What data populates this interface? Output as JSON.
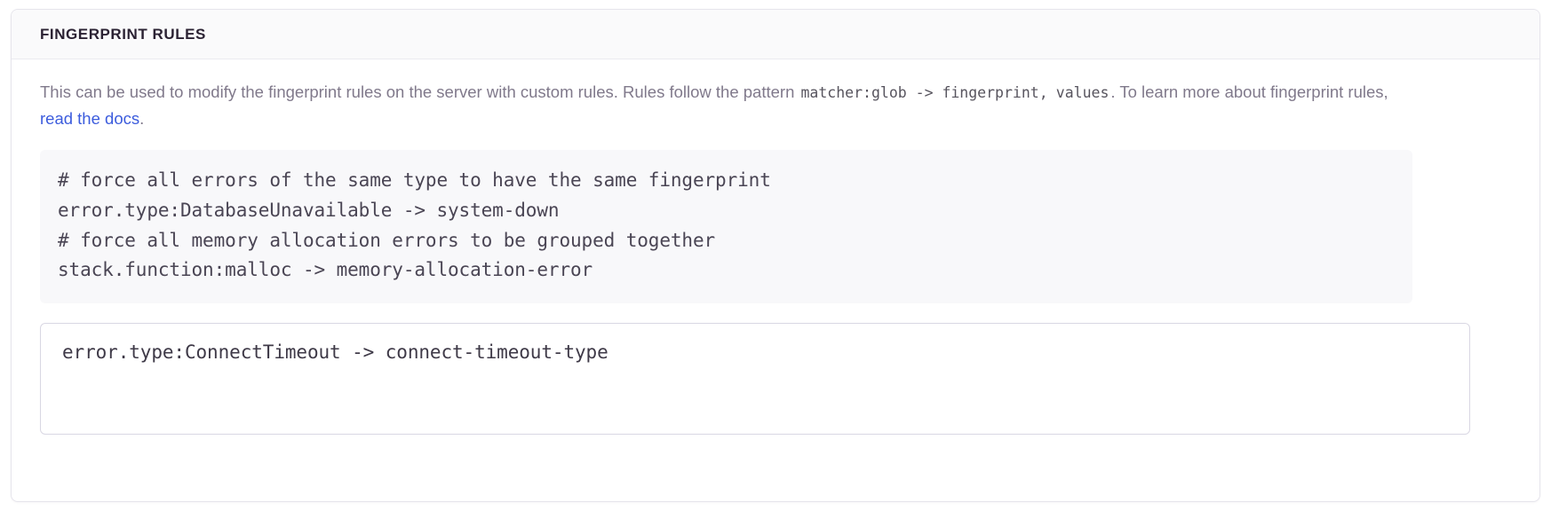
{
  "panel": {
    "title": "FINGERPRINT RULES",
    "description": {
      "part1": "This can be used to modify the fingerprint rules on the server with custom rules. Rules follow the pattern",
      "code1": "matcher:glob -> fingerprint,",
      "code2": "values",
      "part2": ". To learn more about fingerprint rules,",
      "link_label": "read the docs",
      "part3": "."
    },
    "code_preview": {
      "lines": [
        "# force all errors of the same type to have the same fingerprint",
        "error.type:DatabaseUnavailable -> system-down",
        "# force all memory allocation errors to be grouped together",
        "stack.function:malloc -> memory-allocation-error"
      ]
    },
    "rules_input": {
      "value": "error.type:ConnectTimeout -> connect-timeout-type",
      "placeholder": "error.type:ConnectTimeout -> connect-timeout-type"
    }
  },
  "colors": {
    "link": "#3c5cdd",
    "title": "#2b2233",
    "body_text": "#80798b",
    "code_bg": "#f8f8fa",
    "panel_border": "#e6e5ec"
  }
}
